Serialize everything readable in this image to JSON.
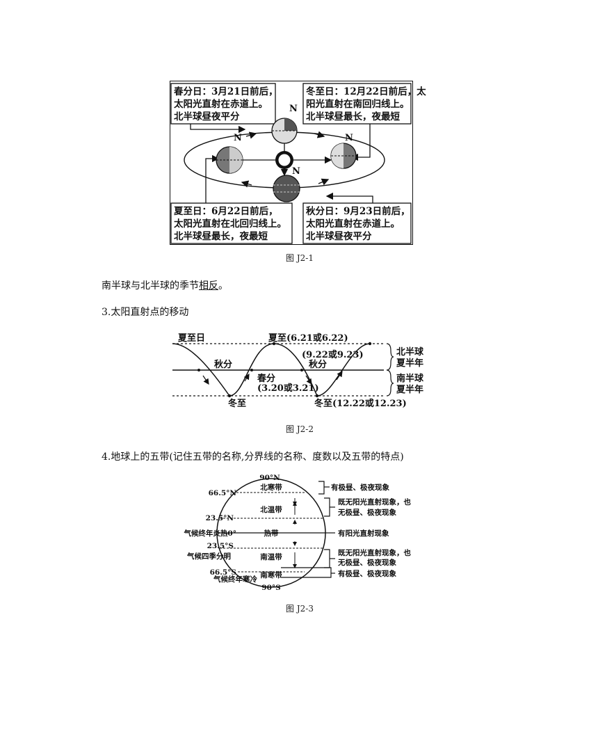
{
  "fig1": {
    "caption": "图 J2-1",
    "spring": [
      "春分日：3月21日前后，",
      "太阳光直射在赤道上。",
      "北半球昼夜平分"
    ],
    "winter": [
      "冬至日：12月22日前后，太",
      "阳光直射在南回归线上。",
      "北半球昼最长，夜最短"
    ],
    "summer": [
      "夏至日：6月22日前后，",
      "太阳光直射在北回归线上。",
      "北半球昼最长，夜最短"
    ],
    "autumn": [
      "秋分日：9月23日前后，",
      "太阳光直射在赤道上。",
      "北半球昼夜平分"
    ],
    "north": "N"
  },
  "text1": {
    "before": "南半球与北半球的季节",
    "underlined": "相反",
    "after": "。"
  },
  "heading3": "3.太阳直射点的移动",
  "fig2": {
    "caption": "图 J2-2",
    "summer_start": "夏至日",
    "summer2": "夏至(6.21或6.22)",
    "autumn_date": "(9.22或9.23)",
    "autumn1": "秋分",
    "autumn2": "秋分",
    "spring": "春分",
    "spring_date": "(3.20或3.21)",
    "winter1": "冬至",
    "winter2": "冬至(12.22或12.23)",
    "nh_line1": "北半球",
    "nh_line2": "夏半年",
    "sh_line1": "南半球",
    "sh_line2": "夏半年"
  },
  "heading4": "4.地球上的五带(记住五带的名称,分界线的名称、度数以及五带的特点)",
  "fig3": {
    "caption": "图 J2-3",
    "lat_90n": "90°N",
    "lat_665n": "66.5°N",
    "lat_235n": "23.5°N",
    "lat_0": "气候终年炎热0°",
    "lat_235s": "23.5°S",
    "lat_235s_note": "气候四季分明",
    "lat_665s": "66.5°S",
    "lat_665s_note": "气候终年寒冷",
    "lat_90s": "90°S",
    "zones": [
      "北寒带",
      "北温带",
      "热带",
      "南温带",
      "南寒带"
    ],
    "notes": [
      "有极昼、极夜现象",
      "既无阳光直射现象，也",
      "无极昼、极夜现象",
      "有阳光直射现象",
      "既无阳光直射现象，也",
      "无极昼、极夜现象",
      "有极昼、极夜现象"
    ]
  }
}
